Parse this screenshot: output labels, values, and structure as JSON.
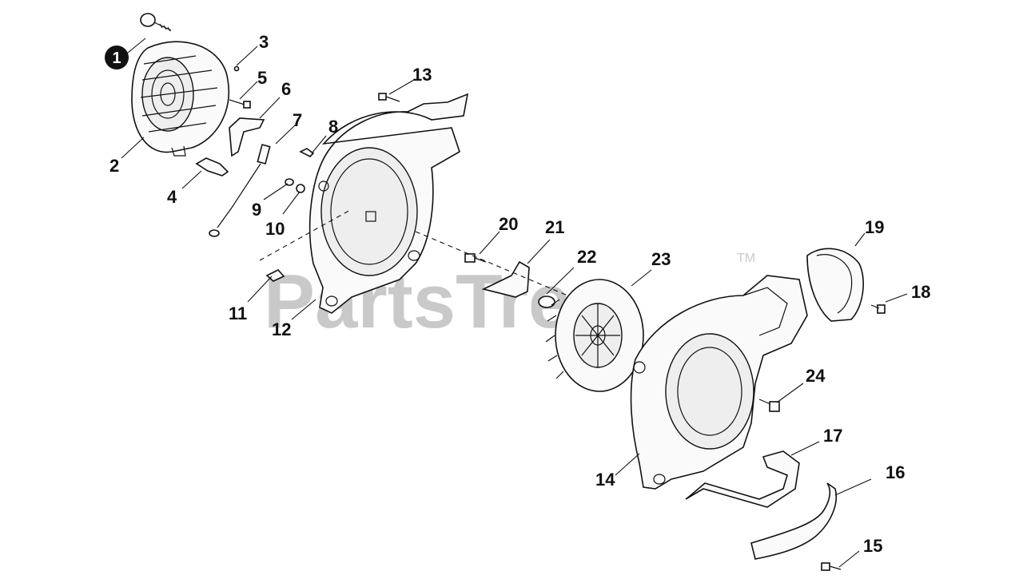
{
  "watermark": {
    "text": "PartsTree",
    "trademark": "TM"
  },
  "labels": [
    {
      "id": "1",
      "text": "1"
    },
    {
      "id": "2",
      "text": "2"
    },
    {
      "id": "3",
      "text": "3"
    },
    {
      "id": "4",
      "text": "4"
    },
    {
      "id": "5",
      "text": "5"
    },
    {
      "id": "6",
      "text": "6"
    },
    {
      "id": "7",
      "text": "7"
    },
    {
      "id": "8",
      "text": "8"
    },
    {
      "id": "9",
      "text": "9"
    },
    {
      "id": "10",
      "text": "10"
    },
    {
      "id": "11",
      "text": "11"
    },
    {
      "id": "12",
      "text": "12"
    },
    {
      "id": "13",
      "text": "13"
    },
    {
      "id": "14",
      "text": "14"
    },
    {
      "id": "15",
      "text": "15"
    },
    {
      "id": "16",
      "text": "16"
    },
    {
      "id": "17",
      "text": "17"
    },
    {
      "id": "18",
      "text": "18"
    },
    {
      "id": "19",
      "text": "19"
    },
    {
      "id": "20",
      "text": "20"
    },
    {
      "id": "21",
      "text": "21"
    },
    {
      "id": "22",
      "text": "22"
    },
    {
      "id": "23",
      "text": "23"
    },
    {
      "id": "24",
      "text": "24"
    }
  ],
  "colors": {
    "line": "#111111",
    "watermark": "#c9c9c9",
    "badge": "#111111"
  }
}
